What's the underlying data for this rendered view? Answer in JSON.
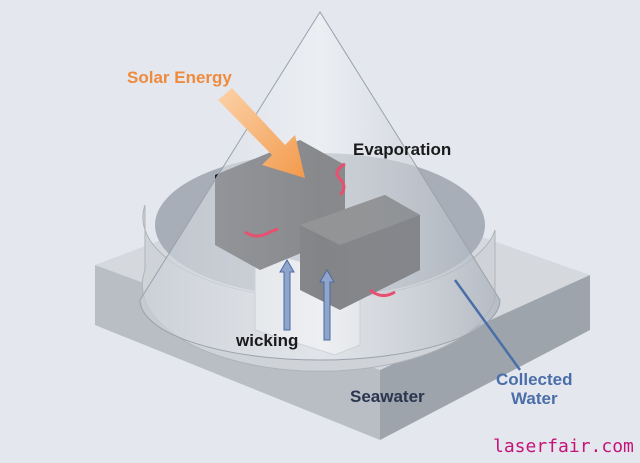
{
  "labels": {
    "solar_energy": "Solar Energy",
    "evaporation": "Evaporation",
    "wicking": "wicking",
    "seawater": "Seawater",
    "collected_water_line1": "Collected",
    "collected_water_line2": "Water"
  },
  "watermark": "laserfair.com",
  "colors": {
    "background": "#e4e8ee",
    "solar_arrow": "#f5a060",
    "collected_label": "#4a6ea8",
    "watermark": "#c4147a"
  }
}
